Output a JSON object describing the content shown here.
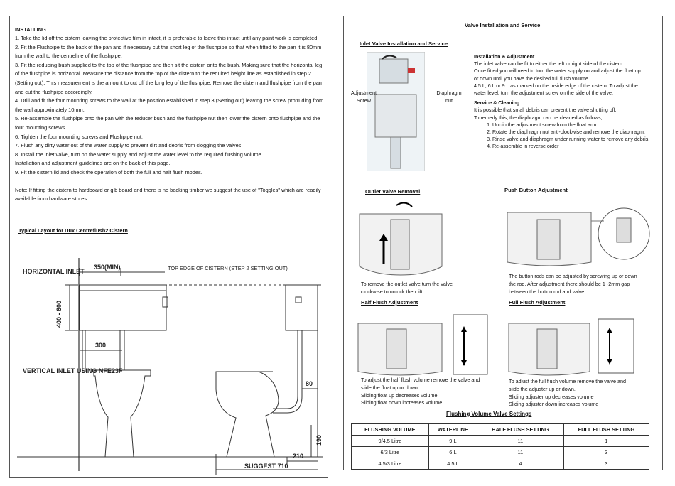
{
  "left": {
    "heading": "INSTALLING",
    "steps": [
      "1. Take the lid off the cistern leaving the protective film in intact, it is preferable to leave this intact until any paint work is completed.",
      "2. Fit the Flushpipe to the back of the pan and if necessary cut the short leg of the flushpipe so that when fitted to the pan it is 80mm from the wall to the centreline of the flushpipe.",
      "3. Fit the reducing bush supplied to the top of the flushpipe and then sit the cistern onto the bush. Making sure that the horizontal leg of the flushpipe is horizontal. Measure the distance from the top of the cistern to the required height line as established in step 2 (Setting out). This measurement is the amount to cut off the long leg of the flushpipe. Remove the cistern and flushpipe from the pan and cut the flushpipe accordingly.",
      "4. Drill and fit the four mounting screws to the wall at the position established in step 3 (Setting out) leaving the screw protruding from the wall approximately 10mm.",
      "5. Re-assemble the flushpipe onto the pan with the reducer bush and the flushpipe nut then lower the cistern onto flushpipe and the four mounting screws.",
      "6. Tighten the four mounting screws and Flushpipe nut.",
      "7. Flush any dirty water out of the water supply to prevent dirt and debris from clogging the valves.",
      "8. Install the inlet valve, turn on the water supply and adjust the water level to the required flushing volume.",
      "Installation and adjustment guidelines are on the back of this page.",
      "9. Fit the cistern lid and check the operation of both the full and half flush modes."
    ],
    "note": "Note: If fitting the cistern to hardboard or gib board and there is no backing timber we suggest the use of \"Toggles\" which are readily available from hardware stores.",
    "layout_title": "Typical Layout for Dux Centreflush2 Cistern",
    "diagram": {
      "horizontal_inlet": "HORIZONTAL INLET",
      "dim_350": "350(MIN)",
      "dim_400_600": "400 - 600",
      "dim_300": "300",
      "vertical_inlet": "VERTICAL INLET USING NFE23F",
      "top_edge": "TOP EDGE OF CISTERN (STEP 2 SETTING OUT)",
      "dim_80": "80",
      "dim_190": "190",
      "dim_210": "210",
      "suggest": "SUGGEST 710"
    }
  },
  "right": {
    "title": "Valve Installation and Service",
    "inlet_title": "Inlet Valve Installation and Service",
    "adjust_screw_label": "Adjustment Screw",
    "diaphragm_label": "Diaphragm nut",
    "install_heading": "Installation & Adjustment",
    "install_text": [
      "The inlet valve can be fit to either the left or right side of the cistern.",
      "Once fitted you will need to turn the water supply on and adjust the float up",
      "or down until you have the desired full flush volume.",
      "4.5 L, 6 L or 9 L as marked on the inside edge of the cistern. To adjust the",
      "water level, turn the adjustment screw on the side of the valve."
    ],
    "service_heading": "Service & Cleaning",
    "service_text": [
      "It is possible that small debris can prevent the valve shutting off.",
      "To remedy this, the diaphragm can be cleaned as follows,"
    ],
    "service_steps": [
      "Unclip the adjustment screw from the float arm",
      "Rotate the diaphragm nut anti-clockwise and remove the diaphragm.",
      "Rinse valve and diaphragm under running water to remove any debris.",
      "Re-assemble in reverse order"
    ],
    "outlet_title": "Outlet Valve Removal",
    "outlet_text": [
      "To remove the outlet valve turn the valve",
      "clockwise to unlock then lift."
    ],
    "push_title": "Push Button Adjustment",
    "push_text": [
      "The button rods can be adjusted by screwing up or down",
      "the rod. After adjustment there should be 1 -2mm gap",
      "between the button rod and valve."
    ],
    "half_title": "Half Flush Adjustment",
    "half_text": [
      "To adjust the half flush volume remove the valve and",
      "slide the float up or down.",
      "Sliding float up decreases volume",
      "Sliding float down increases volume"
    ],
    "full_title": "Full Flush Adjustment",
    "full_text": [
      "To adjust the full flush volume remove the valve and",
      "slide the adjuster up or down.",
      "Sliding adjuster up decreases volume",
      "Sliding adjuster down increases volume"
    ],
    "table_title": "Flushing Volume Valve Settings",
    "table_headers": [
      "FLUSHING VOLUME",
      "WATERLINE",
      "HALF FLUSH SETTING",
      "FULL FLUSH SETTING"
    ],
    "table_rows": [
      [
        "9/4.5 Litre",
        "9 L",
        "11",
        "1"
      ],
      [
        "6/3 Litre",
        "6 L",
        "11",
        "3"
      ],
      [
        "4.5/3 Litre",
        "4.5 L",
        "4",
        "3"
      ]
    ]
  }
}
